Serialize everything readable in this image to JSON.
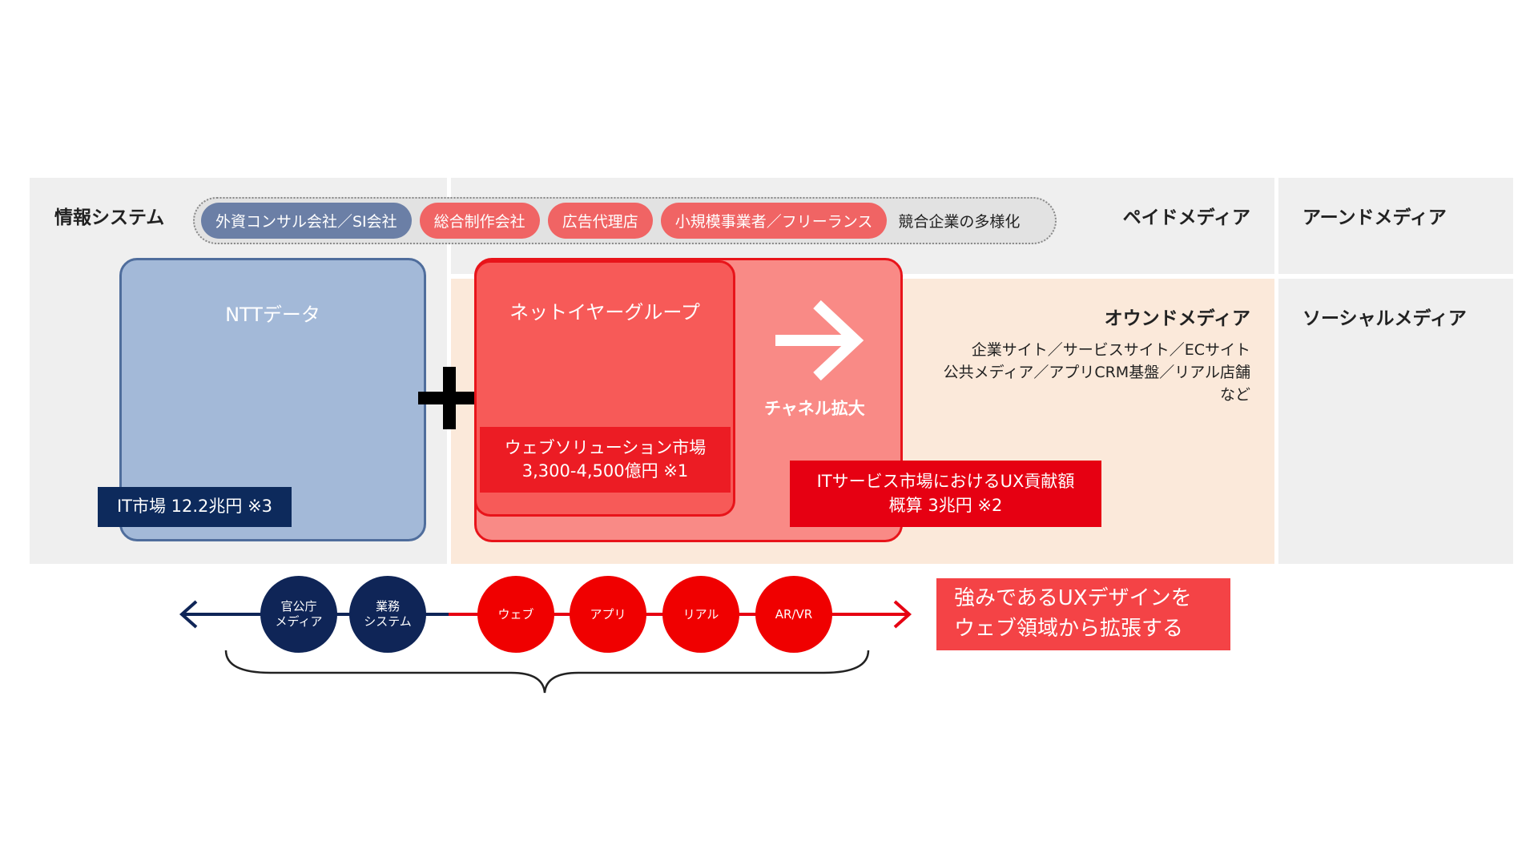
{
  "sections": {
    "info_system": "情報システム",
    "paid_media": "ペイドメディア",
    "earned_media": "アーンドメディア",
    "owned_media": "オウンドメディア",
    "social_media": "ソーシャルメディア"
  },
  "competitors": {
    "pills": [
      "外資コンサル会社／SI会社",
      "総合制作会社",
      "広告代理店",
      "小規模事業者／フリーランス"
    ],
    "caption": "競合企業の多様化"
  },
  "ntt": {
    "title": "NTTデータ",
    "market": "IT市場 12.2兆円 ※3"
  },
  "plus": "+",
  "netyear": {
    "title": "ネットイヤーグループ",
    "market_line1": "ウェブソリューション市場",
    "market_line2": "3,300-4,500億円 ※1"
  },
  "channel": {
    "label": "チャネル拡大"
  },
  "ux_market": {
    "line1": "ITサービス市場におけるUX貢献額",
    "line2": "概算 3兆円 ※2"
  },
  "owned_examples": [
    "企業サイト／サービスサイト／ECサイト",
    "公共メディア／アプリCRM基盤／リアル店舗",
    "など"
  ],
  "axis": {
    "circles": [
      {
        "line1": "官公庁",
        "line2": "メディア",
        "kind": "navy"
      },
      {
        "line1": "業務",
        "line2": "システム",
        "kind": "navy"
      },
      {
        "line1": "ウェブ",
        "line2": "",
        "kind": "red"
      },
      {
        "line1": "アプリ",
        "line2": "",
        "kind": "red"
      },
      {
        "line1": "リアル",
        "line2": "",
        "kind": "red"
      },
      {
        "line1": "AR/VR",
        "line2": "",
        "kind": "red"
      }
    ]
  },
  "callout": {
    "line1": "強みであるUXデザインを",
    "line2": "ウェブ領域から拡張する"
  },
  "colors": {
    "navy": "#0f2557",
    "red": "#e60012",
    "ntt_fill": "#a3b9d8",
    "owned_bg": "#fbe9da"
  }
}
